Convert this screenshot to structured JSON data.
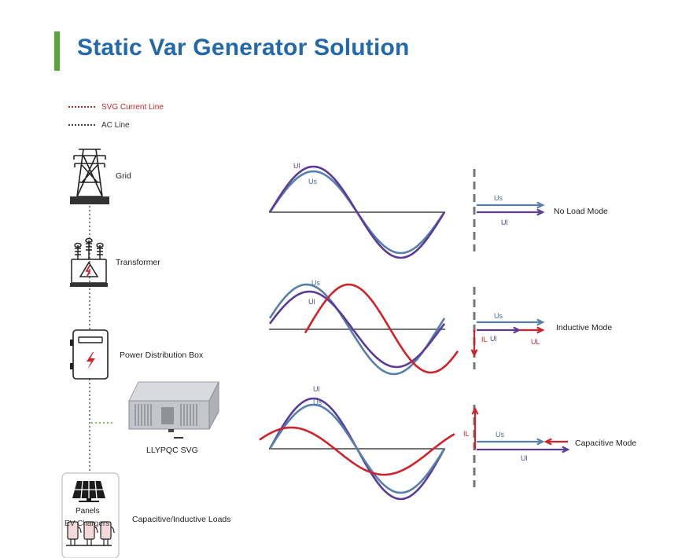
{
  "title": "Static Var Generator Solution",
  "colors": {
    "accent_bar": "#5aa43c",
    "title": "#2368a8",
    "svg_current_line": "#c0262c",
    "ac_line": "#444444",
    "us_wave": "#5680aa",
    "ul_wave": "#5b3a9a",
    "il_wave": "#d0222a"
  },
  "legend": [
    {
      "label": "SVG Current Line",
      "color": "#c0262c"
    },
    {
      "label": "AC Line",
      "color": "#444444"
    }
  ],
  "components": [
    {
      "icon": "power-tower-icon",
      "label": "Grid"
    },
    {
      "icon": "transformer-icon",
      "label": "Transformer"
    },
    {
      "icon": "distribution-box-icon",
      "label": "Power Distribution Box"
    },
    {
      "icon": "svg-cabinet-icon",
      "label": "LLYPQC SVG"
    },
    {
      "icon": "loads-icon",
      "label": "Capacitive/Inductive Loads",
      "panel_label": "Panels",
      "panel_sublabel": "EV Chargers"
    }
  ],
  "modes": [
    {
      "name": "No Load Mode",
      "wave_labels": [
        "Ul",
        "Us"
      ],
      "vector_labels": {
        "us": "Us",
        "ul": "Ul"
      }
    },
    {
      "name": "Inductive Mode",
      "wave_labels": [
        "Us",
        "Ul"
      ],
      "vector_labels": {
        "us": "Us",
        "il": "IL",
        "ul": "Ul",
        "ul_red": "UL"
      }
    },
    {
      "name": "Capacitive Mode",
      "wave_labels": [
        "Ul",
        "Us"
      ],
      "vector_labels": {
        "il": "IL",
        "us": "Us",
        "ul": "Ul"
      }
    }
  ]
}
